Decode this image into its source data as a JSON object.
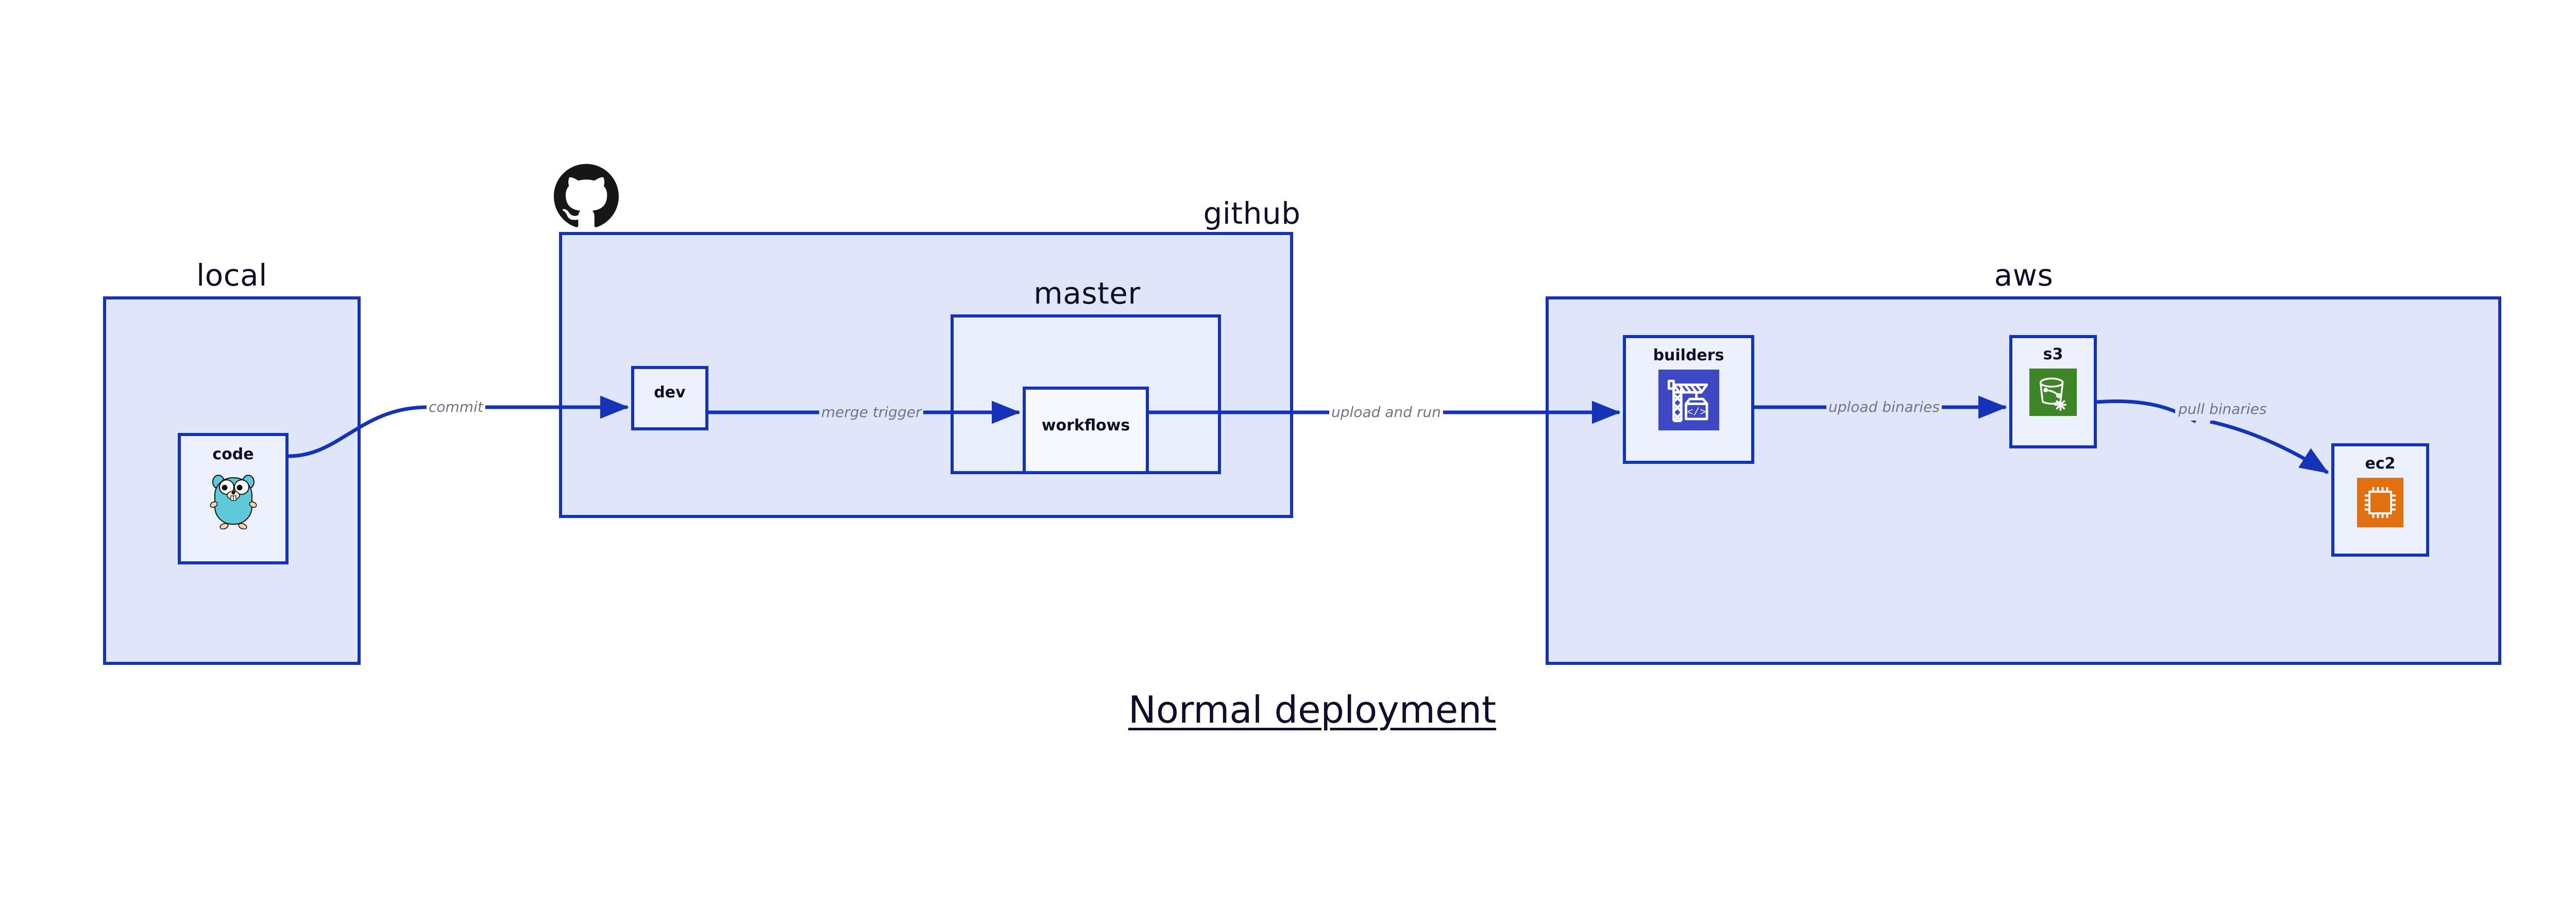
{
  "title": "Normal deployment",
  "colors": {
    "stroke": "#1433b8",
    "zone_fill": "#e0e6fa",
    "sub_zone_fill": "#e9eefc",
    "node_fill": "#edf1fd",
    "node_fill_light": "#f5f8fe",
    "label_text": "#0d1028",
    "edge_text": "#6e7585",
    "background": "#ffffff",
    "go_gopher": "#5ec9d8",
    "aws_codebuild": "#3d49c4",
    "aws_s3_glacier": "#3d8527",
    "aws_ec2": "#e2700f",
    "github_black": "#161614"
  },
  "zones": [
    {
      "id": "local",
      "label": "local"
    },
    {
      "id": "github",
      "label": "github"
    },
    {
      "id": "master",
      "label": "master"
    },
    {
      "id": "aws",
      "label": "aws"
    }
  ],
  "nodes": [
    {
      "id": "code",
      "label": "code",
      "icon": "go-gopher-icon",
      "zone": "local"
    },
    {
      "id": "dev",
      "label": "dev",
      "icon": null,
      "zone": "github"
    },
    {
      "id": "workflows",
      "label": "workflows",
      "icon": null,
      "zone": "master"
    },
    {
      "id": "builders",
      "label": "builders",
      "icon": "aws-codebuild-icon",
      "zone": "aws"
    },
    {
      "id": "s3",
      "label": "s3",
      "icon": "aws-s3-glacier-icon",
      "zone": "aws"
    },
    {
      "id": "ec2",
      "label": "ec2",
      "icon": "aws-ec2-icon",
      "zone": "aws"
    }
  ],
  "edges": [
    {
      "id": "commit",
      "from": "code",
      "to": "dev",
      "label": "commit"
    },
    {
      "id": "merge-trigger",
      "from": "dev",
      "to": "workflows",
      "label": "merge trigger"
    },
    {
      "id": "upload-and-run",
      "from": "workflows",
      "to": "builders",
      "label": "upload and run"
    },
    {
      "id": "upload-binaries",
      "from": "builders",
      "to": "s3",
      "label": "upload binaries"
    },
    {
      "id": "pull-binaries",
      "from": "s3",
      "to": "ec2",
      "label": "pull binaries"
    }
  ],
  "logos": [
    {
      "id": "github-logo",
      "name": "github-octocat-icon",
      "zone": "github"
    }
  ]
}
